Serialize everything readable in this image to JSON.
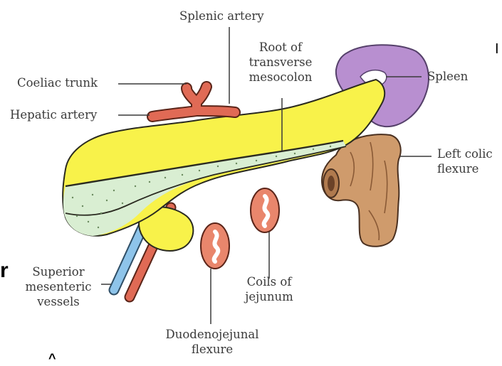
{
  "labels": {
    "splenic_artery": "Splenic artery",
    "root_of_transverse_mesocolon": [
      "Root of",
      "transverse",
      "mesocolon"
    ],
    "coeliac_trunk": "Coeliac trunk",
    "hepatic_artery": "Hepatic artery",
    "spleen": "Spleen",
    "left_colic_flexure": [
      "Left colic",
      "flexure"
    ],
    "superior_mesenteric_vessels": [
      "Superior",
      "mesenteric",
      "vessels"
    ],
    "coils_of_jejunum": [
      "Coils of",
      "jejunum"
    ],
    "duodenojejunal_flexure": [
      "Duodenojejunal",
      "flexure"
    ]
  },
  "cropped_text": {
    "left_edge_char": "r",
    "bottom_mark": "^",
    "right_edge_mark": "I"
  },
  "colors": {
    "pancreas": "#f8f24a",
    "pancreas_outline": "#2a2a20",
    "mesocolon_band": "#d9eed2",
    "artery": "#e06a55",
    "vein": "#8ec4ea",
    "spleen": "#b88fd0",
    "colon": "#cf9b6c",
    "jejunum": "#e9866c",
    "leader_line": "#3a3a3a"
  }
}
